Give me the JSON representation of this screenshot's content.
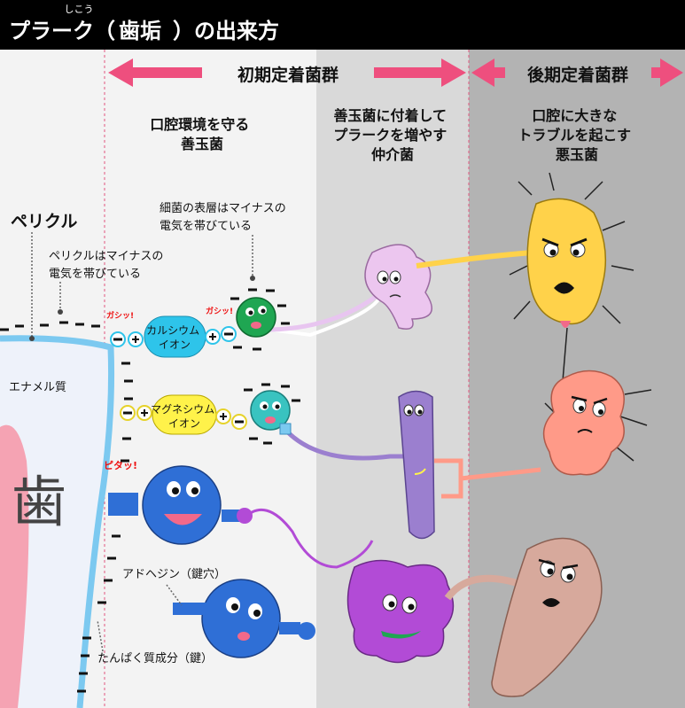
{
  "header": {
    "title_prefix": "プラーク（",
    "title_kanji": "歯垢",
    "title_suffix": "）の出来方",
    "ruby": "しこう"
  },
  "columns": {
    "early_label": "初期定着菌群",
    "late_label": "後期定着菌群",
    "col1_lines": [
      "口腔環境を守る",
      "善玉菌"
    ],
    "col2_lines": [
      "善玉菌に付着して",
      "プラークを増やす",
      "仲介菌"
    ],
    "col3_lines": [
      "口腔に大きな",
      "トラブルを起こす",
      "悪玉菌"
    ]
  },
  "labels": {
    "pellicle_title": "ペリクル",
    "pellicle_note": [
      "ペリクルはマイナスの",
      "電気を帯びている"
    ],
    "bacteria_note": [
      "細菌の表層はマイナスの",
      "電気を帯びている"
    ],
    "enamel": "エナメル質",
    "tooth": "歯",
    "adhesin": "アドヘジン（鍵穴）",
    "protein": "たんぱく質成分（鍵）",
    "calcium_ion": [
      "カルシウム",
      "イオン"
    ],
    "magnesium_ion": [
      "マグネシウム",
      "イオン"
    ],
    "sfx_gashi": "ガシッ!",
    "sfx_pita": "ピタッ!"
  },
  "colors": {
    "header_bg": "#000000",
    "arrow": "#ee4f7e",
    "calcium": "#2ec4ea",
    "magnesium": "#fff24a",
    "pellicle": "#7cc9f0",
    "good_green": "#1fa652",
    "good_teal": "#39c3c0",
    "good_blue": "#2f6fd6",
    "mid_pink": "#ecc6ef",
    "mid_purple": "#9b7fcf",
    "mid_violet": "#b24bd6",
    "bad_yellow": "#ffd24a",
    "bad_salmon": "#ff9a88",
    "bad_tan": "#d7a99c"
  }
}
